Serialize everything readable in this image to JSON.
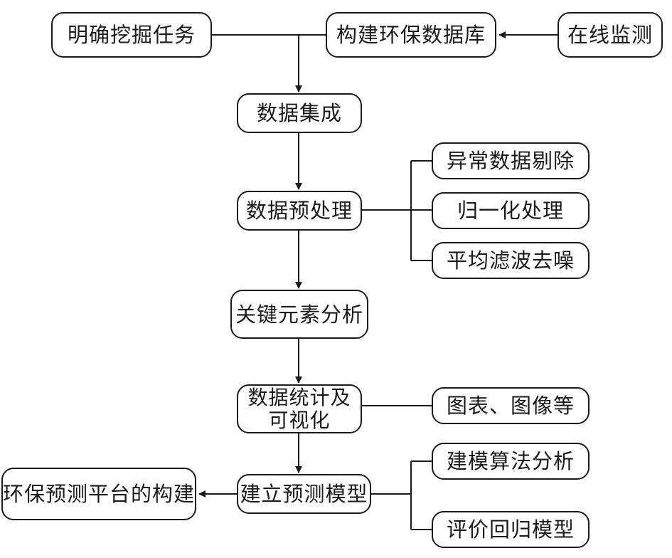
{
  "nodes": {
    "define_task": "明确挖掘任务",
    "build_db": "构建环保数据库",
    "online_monitor": "在线监测",
    "data_integration": "数据集成",
    "preprocess": "数据预处理",
    "remove_abnormal": "异常数据剔除",
    "normalize": "归一化处理",
    "denoise": "平均滤波去噪",
    "key_elements": "关键元素分析",
    "stats_viz": [
      "数据统计及",
      "可视化"
    ],
    "charts_images": "图表、图像等",
    "build_model": "建立预测模型",
    "algo_analysis": "建模算法分析",
    "model_eval": "评价回归模型",
    "platform": "环保预测平台的构建"
  }
}
